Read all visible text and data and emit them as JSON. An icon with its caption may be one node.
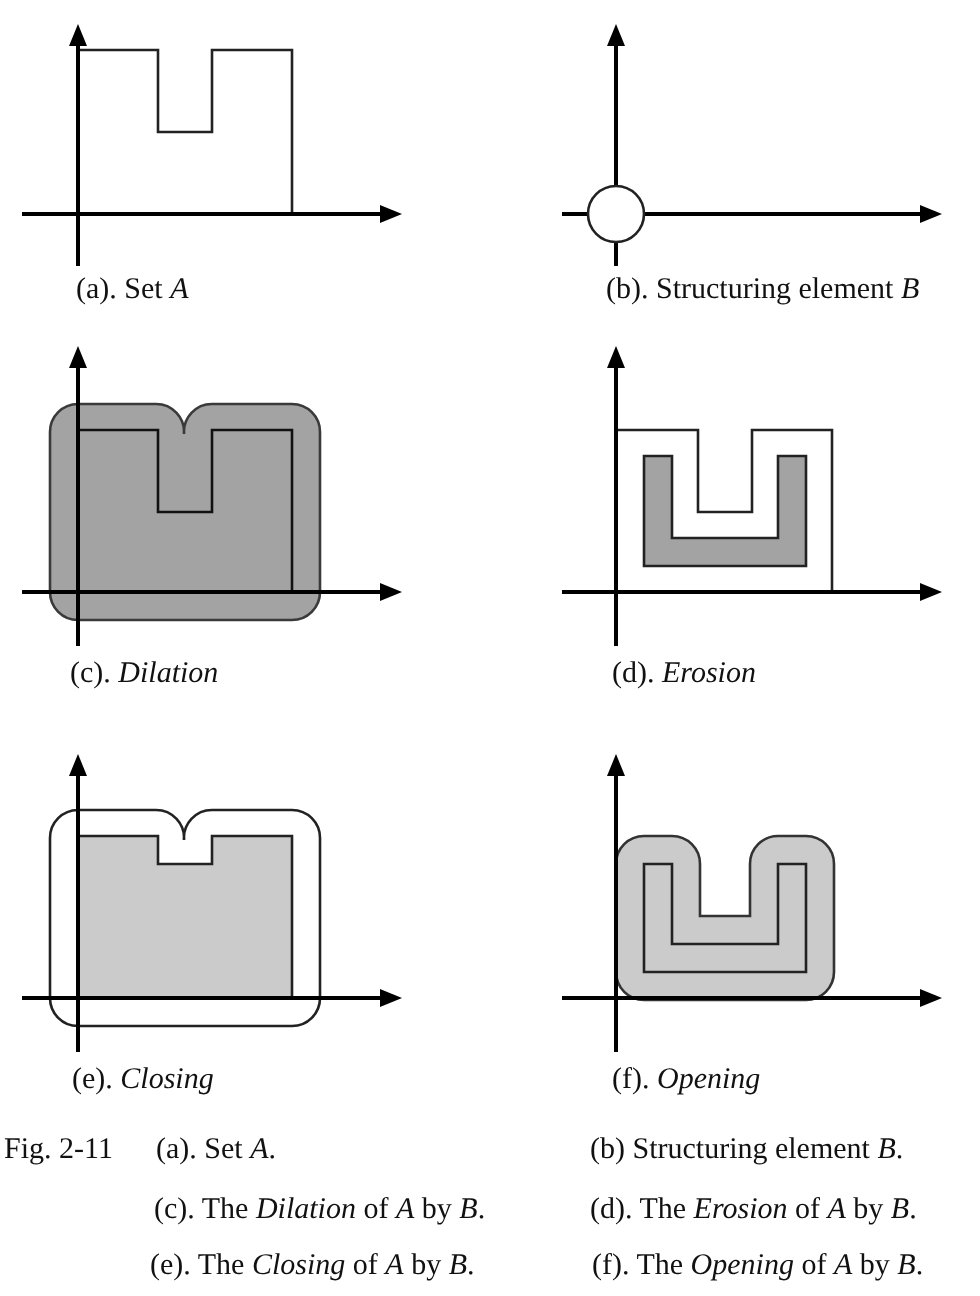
{
  "diagram": {
    "caption": "Fig. 2-11",
    "labels": [
      "(a). Set *A*",
      "(b). Structuring element *B*",
      "(c). *Dilation*",
      "(d). *Erosion*",
      "(e). *Closing*",
      "(f). *Opening*",
      "(a). Set *A*.",
      "(b) Structuring element *B*.",
      "(c). The *Dilation* of *A* by *B*.",
      "(d). The *Erosion* of *A* by *B*.",
      "(e). The *Closing* of *A* by *B*.",
      "(f). The *Opening* of *A* by *B*."
    ]
  }
}
